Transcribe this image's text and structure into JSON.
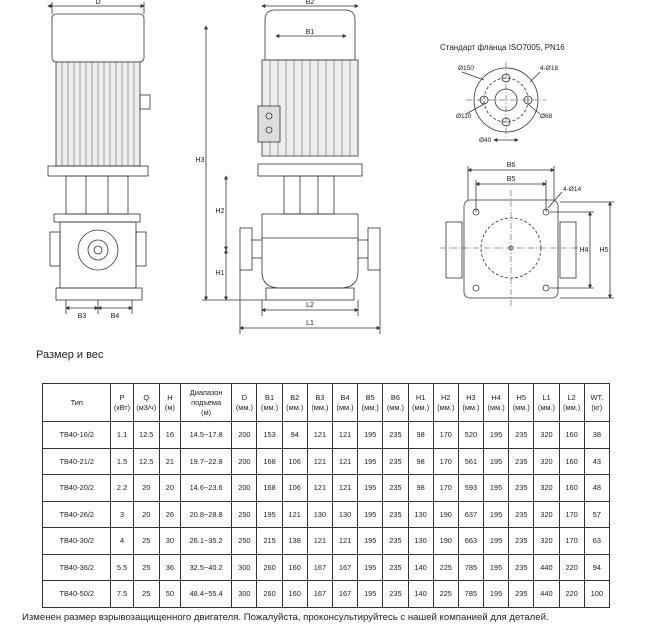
{
  "drawing": {
    "dim_labels": [
      "D",
      "B2",
      "B1",
      "H3",
      "H2",
      "H1",
      "L2",
      "L1",
      "B3",
      "B4",
      "B6",
      "B5",
      "H4",
      "H5"
    ],
    "flange_title": "Стандарт фланца ISO7005, PN16",
    "flange_dims": [
      "Ø150",
      "4-Ø18",
      "Ø110",
      "Ø88",
      "Ø40"
    ],
    "base_holes": "4-Ø14"
  },
  "section_title": "Размер и вес",
  "table": {
    "headers": [
      {
        "l1": "Тип",
        "l2": ""
      },
      {
        "l1": "P",
        "l2": "(кВт)"
      },
      {
        "l1": "Q",
        "l2": "(м3/ч)"
      },
      {
        "l1": "H",
        "l2": "(м)"
      },
      {
        "l1": "Диапазон подъема",
        "l2": "(м)"
      },
      {
        "l1": "D",
        "l2": "(мм.)"
      },
      {
        "l1": "B1",
        "l2": "(мм.)"
      },
      {
        "l1": "B2",
        "l2": "(мм.)"
      },
      {
        "l1": "B3",
        "l2": "(мм.)"
      },
      {
        "l1": "B4",
        "l2": "(мм.)"
      },
      {
        "l1": "B5",
        "l2": "(мм.)"
      },
      {
        "l1": "B6",
        "l2": "(мм.)"
      },
      {
        "l1": "H1",
        "l2": "(мм.)"
      },
      {
        "l1": "H2",
        "l2": "(мм.)"
      },
      {
        "l1": "H3",
        "l2": "(мм.)"
      },
      {
        "l1": "H4",
        "l2": "(мм.)"
      },
      {
        "l1": "H5",
        "l2": "(мм.)"
      },
      {
        "l1": "L1",
        "l2": "(мм.)"
      },
      {
        "l1": "L2",
        "l2": "(мм.)"
      },
      {
        "l1": "WT.",
        "l2": "(кг)"
      }
    ],
    "rows": [
      [
        "TB40-16/2",
        "1.1",
        "12.5",
        "16",
        "14.5~17.8",
        "200",
        "153",
        "94",
        "121",
        "121",
        "195",
        "235",
        "98",
        "170",
        "520",
        "195",
        "235",
        "320",
        "160",
        "38"
      ],
      [
        "TB40-21/2",
        "1.5",
        "12.5",
        "21",
        "19.7~22.8",
        "200",
        "168",
        "106",
        "121",
        "121",
        "195",
        "235",
        "98",
        "170",
        "561",
        "195",
        "235",
        "320",
        "160",
        "43"
      ],
      [
        "TB40-20/2",
        "2.2",
        "20",
        "20",
        "14.6~23.6",
        "200",
        "168",
        "106",
        "121",
        "121",
        "195",
        "235",
        "98",
        "170",
        "593",
        "195",
        "235",
        "320",
        "160",
        "48"
      ],
      [
        "TB40-26/2",
        "3",
        "20",
        "26",
        "20.8~28.8",
        "250",
        "195",
        "121",
        "130",
        "130",
        "195",
        "235",
        "130",
        "190",
        "637",
        "195",
        "235",
        "320",
        "170",
        "57"
      ],
      [
        "TB40-30/2",
        "4",
        "25",
        "30",
        "26.1~35.2",
        "250",
        "215",
        "138",
        "121",
        "121",
        "195",
        "235",
        "130",
        "190",
        "663",
        "195",
        "235",
        "320",
        "170",
        "63"
      ],
      [
        "TB40-36/2",
        "5.5",
        "25",
        "36",
        "32.5~40.2",
        "300",
        "260",
        "160",
        "167",
        "167",
        "195",
        "235",
        "140",
        "225",
        "785",
        "195",
        "235",
        "440",
        "220",
        "94"
      ],
      [
        "TB40-50/2",
        "7.5",
        "25",
        "50",
        "48.4~55.4",
        "300",
        "260",
        "160",
        "167",
        "167",
        "195",
        "235",
        "140",
        "225",
        "785",
        "195",
        "235",
        "440",
        "220",
        "100"
      ]
    ]
  },
  "footnote": "Изменен размер взрывозащищенного двигателя. Пожалуйста, проконсультируйтесь с нашей компанией для деталей."
}
